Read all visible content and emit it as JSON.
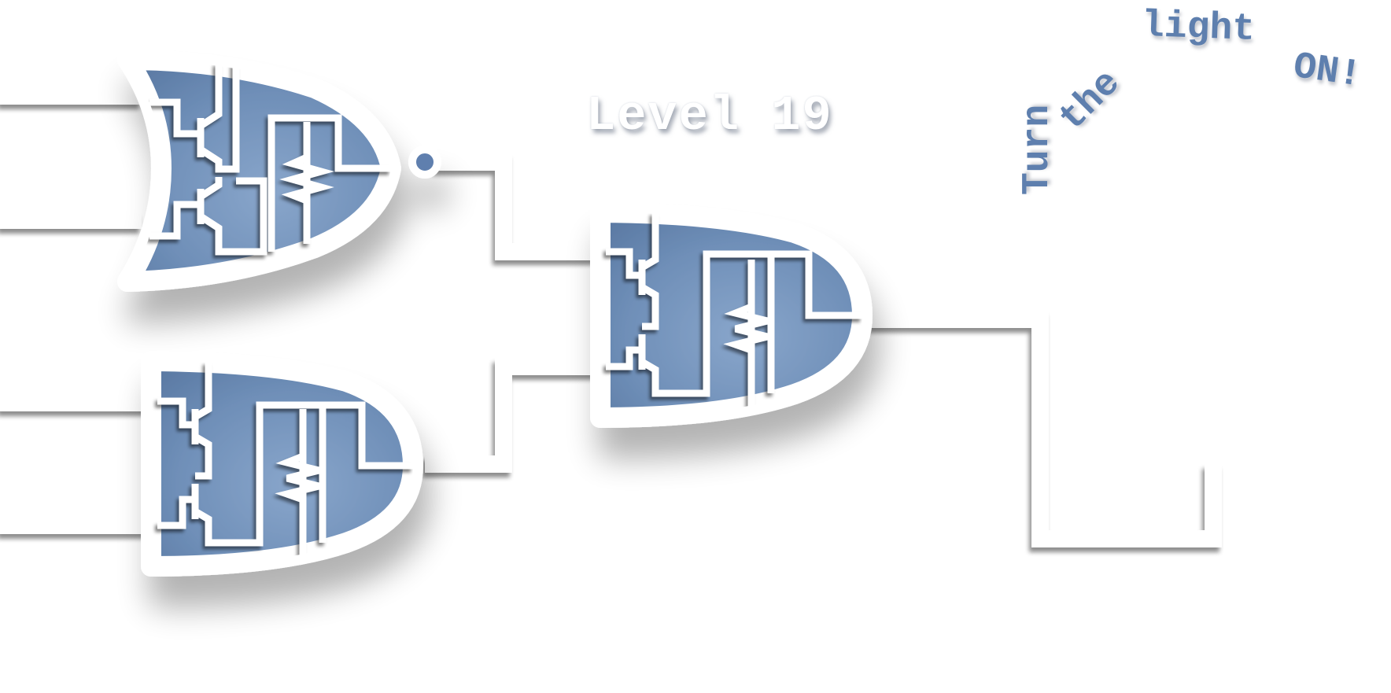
{
  "level": {
    "title": "Level 19"
  },
  "motto": {
    "word1": "Turn",
    "word2": "the",
    "word3": "light",
    "word4": "ON!"
  },
  "colors": {
    "gate_fill": "#6f8fb8",
    "gate_border": "#ffffff",
    "circuit_trace": "#ffffff",
    "wire": "#ffffff",
    "motto_text": "#5e7fae",
    "background": "#ffffff"
  },
  "gates": [
    {
      "type": "nor",
      "icon": "nor-gate-icon"
    },
    {
      "type": "and",
      "icon": "and-gate-icon"
    },
    {
      "type": "and",
      "icon": "and-gate-icon"
    }
  ],
  "lamp": {
    "state": "off"
  }
}
